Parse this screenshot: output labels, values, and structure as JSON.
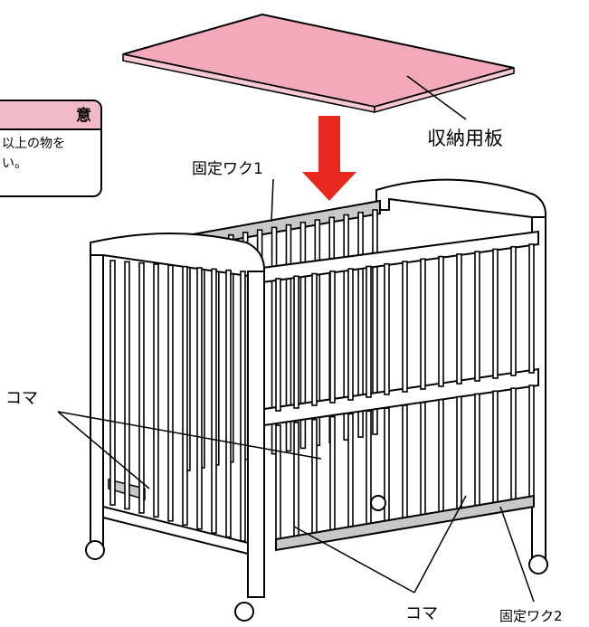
{
  "caution": {
    "title_fragment": "意",
    "line1": "以上の物を",
    "line2": "い。"
  },
  "labels": {
    "shelf": "収納用板",
    "fixing_frame_1": "固定ワク1",
    "koma_left": "コマ",
    "koma_bottom": "コマ",
    "fixing_frame_2": "固定ワク2"
  },
  "colors": {
    "shelf_pink": "#f2aabb",
    "arrow_red": "#e8281e",
    "frame_gray": "#c8c8c8",
    "caution_pink": "#f2b9c6"
  }
}
